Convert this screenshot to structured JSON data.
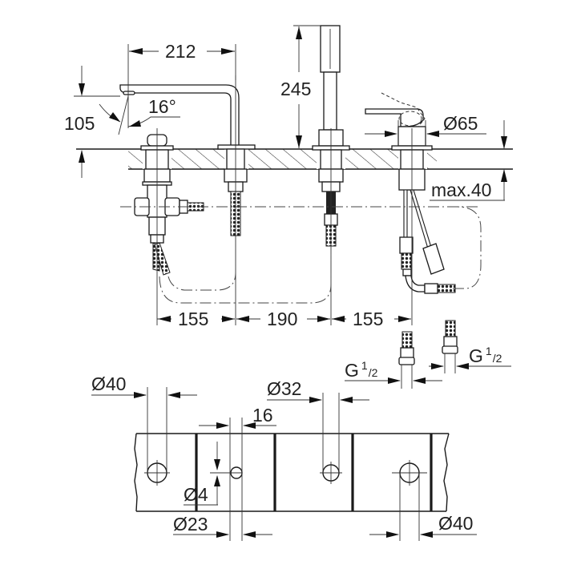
{
  "drawing": {
    "title": "Four-hole bath / shower combination - technical dimension drawing",
    "colors": {
      "line": "#1a1a1a",
      "background": "#ffffff"
    }
  },
  "side_view": {
    "spout_reach": "212",
    "spout_height": "105",
    "spout_angle": "16°",
    "hand_shower_height": "245",
    "mixer_diameter": "Ø65",
    "max_deck_thickness": "max.40",
    "spacing": [
      "155",
      "190",
      "155"
    ]
  },
  "connections": {
    "left_thread": {
      "main": "G",
      "num": "1",
      "den": "2"
    },
    "right_thread": {
      "main": "G",
      "num": "1",
      "den": "2"
    }
  },
  "plan_view": {
    "hole_1_diameter": "Ø40",
    "hole_2_offset": "16",
    "hole_2_small": "Ø4",
    "hole_2_diameter": "Ø23",
    "hole_3_diameter": "Ø32",
    "hole_4_diameter": "Ø40"
  }
}
